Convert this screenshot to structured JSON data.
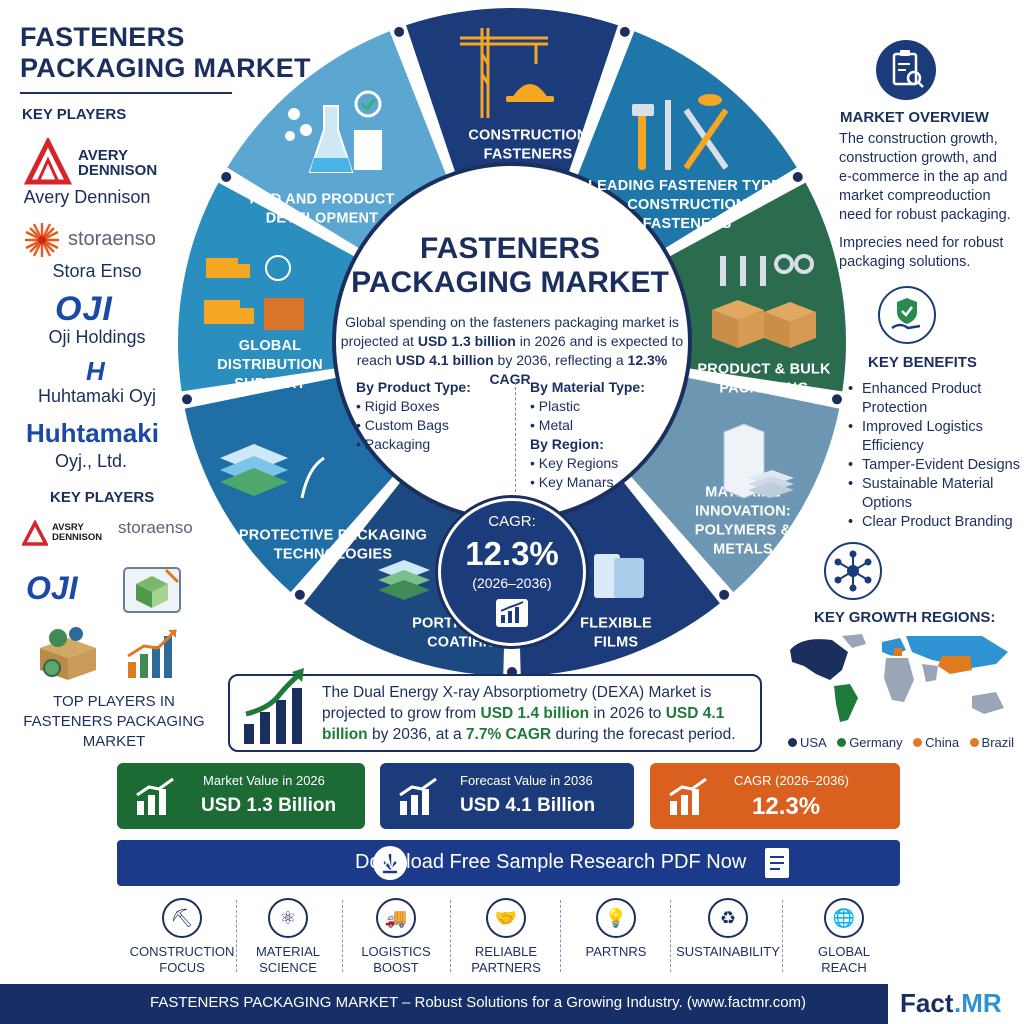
{
  "title": "FASTENERS PACKAGING MARKET",
  "left": {
    "key_players_heading": "KEY PLAYERS",
    "players": [
      {
        "logo": "AVERY DENNISON",
        "name": "Avery Dennison"
      },
      {
        "logo": "storaenso",
        "name": "Stora Enso"
      },
      {
        "logo": "OJI",
        "name": "Oji Holdings"
      },
      {
        "logo": "H",
        "name": "Huhtamaki Oyj"
      },
      {
        "logo": "Huhtamaki",
        "name": "Oyj., Ltd."
      }
    ],
    "key_players_heading_2": "KEY PLAYERS",
    "small_logos": [
      "AVSRY DENNISON",
      "storaenso",
      "OJI"
    ],
    "top_players_caption": "TOP PLAYERS IN FASTENERS PACKAGING MARKET"
  },
  "wheel": {
    "segments": [
      {
        "label_lines": [
          "CONSTRUCTION",
          "FASTENERS"
        ],
        "color": "#1b3b7a"
      },
      {
        "label_lines": [
          "LEADING FASTENER TYPE:",
          "CONSTRUCTION",
          "FASTENERS"
        ],
        "color": "#1f76a8"
      },
      {
        "label_lines": [
          "PRODUCT & BULK",
          "PACKAGING"
        ],
        "color": "#2b6b4e"
      },
      {
        "label_lines": [
          "MATERIAL",
          "INNOVATION:",
          "POLYMERS &",
          "METALS"
        ],
        "color": "#6d96b3"
      },
      {
        "label_lines": [
          "FLEXIBLE",
          "FILMS"
        ],
        "color": "#1b3b7a"
      },
      {
        "label_lines": [
          "PORTICLATIVE",
          "COATIHNG"
        ],
        "color": "#1c4a80"
      },
      {
        "label_lines": [
          "PROTECTIVE PACKAGING",
          "TECHNOLOGIES"
        ],
        "color": "#1f6ea6"
      },
      {
        "label_lines": [
          "GLOBAL",
          "DISTRIBUTION",
          "SUPPORT"
        ],
        "color": "#2a8fbf"
      },
      {
        "label_lines": [
          "R&D AND PRODUCT",
          "DEVELOPMENT"
        ],
        "color": "#5ba7d2"
      }
    ]
  },
  "center": {
    "title_line1": "FASTENERS",
    "title_line2": "PACKAGING MARKET",
    "desc_line1": "Global spending on the fasteners packaging market is",
    "desc_line2_pre": "projected at ",
    "desc_value_2026": "USD 1.3 billion",
    "desc_line2_post": " in 2026 and is expected to",
    "desc_line3_pre": "reach ",
    "desc_value_2036": "USD 4.1 billion",
    "desc_line3_mid": " by 2036, reflecting a ",
    "desc_cagr": "12.3% CAGR",
    "desc_line3_end": ".",
    "by_product_heading": "By Product Type:",
    "by_product_items": [
      "Rigid Boxes",
      "Custom Bags",
      "Packaging"
    ],
    "by_material_heading": "By Material Type:",
    "by_material_items": [
      "Plastic",
      "Metal"
    ],
    "by_region_heading": "By Region:",
    "by_region_items": [
      "Key Regions",
      "Key Manars"
    ],
    "cagr_label": "CAGR:",
    "cagr_value": "12.3%",
    "cagr_period": "(2026–2036)"
  },
  "right": {
    "overview_heading": "MARKET OVERVIEW",
    "overview_text_1": [
      "The construction growth,",
      "construction growth, and",
      "e-commerce in the ap and",
      "market compreoduction",
      "need for robust packaging."
    ],
    "overview_text_2": [
      "Imprecies need for robust",
      "packaging solutions."
    ],
    "benefits_heading": "KEY BENEFITS",
    "benefits": [
      [
        "Enhanced Product",
        "Protection"
      ],
      [
        "Improved Logistics",
        "Efficiency"
      ],
      [
        "Tamper-Evident Designs"
      ],
      [
        "Sustainable Material",
        "Options"
      ],
      [
        "Clear Product Branding"
      ]
    ],
    "regions_heading": "KEY GROWTH REGIONS:",
    "regions": [
      {
        "name": "USA",
        "color": "#1b2f5e"
      },
      {
        "name": "Germany",
        "color": "#1d7a3a"
      },
      {
        "name": "China",
        "color": "#e07a1f"
      },
      {
        "name": "Brazil",
        "color": "#e07a1f"
      }
    ]
  },
  "dexa": {
    "l1": "The Dual Energy X-ray Absorptiometry (DEXA) Market is",
    "l2_pre": "projected to grow from ",
    "v1": "USD 1.4 billion",
    "l2_mid": " in 2026 to ",
    "v2": "USD 4.1",
    "v2b": "billion",
    "l3_mid": " by 2036, at a ",
    "v3": "7.7% CAGR",
    "l3_end": " during the forecast period."
  },
  "stats": [
    {
      "label": "Market Value in 2026",
      "value": "USD 1.3 Billion",
      "color": "#1d6b34"
    },
    {
      "label": "Forecast Value in 2036",
      "value": "USD 4.1 Billion",
      "color": "#1b3b7a"
    },
    {
      "label": "CAGR (2026–2036)",
      "value": "12.3%",
      "color": "#d9601e"
    }
  ],
  "download_label": "Download Free Sample Research PDF Now",
  "features": [
    {
      "icon": "crane-icon",
      "label_lines": [
        "CONSTRUCTION",
        "FOCUS"
      ]
    },
    {
      "icon": "atom-icon",
      "label_lines": [
        "MATERIAL",
        "SCIENCE"
      ]
    },
    {
      "icon": "truck-icon",
      "label_lines": [
        "LOGISTICS",
        "BOOST"
      ]
    },
    {
      "icon": "handshake-icon",
      "label_lines": [
        "RELIABLE",
        "PARTNERS"
      ]
    },
    {
      "icon": "lightbulb-icon",
      "label_lines": [
        "PARTNRS"
      ]
    },
    {
      "icon": "leaf-globe-icon",
      "label_lines": [
        "SUSTAINABILITY"
      ]
    },
    {
      "icon": "globe-icon",
      "label_lines": [
        "GLOBAL",
        "REACH"
      ]
    }
  ],
  "footer_text": "FASTENERS PACKAGING MARKET – Robust Solutions for a Growing Industry. (www.factmr.com)",
  "brand_fact": "Fact",
  "brand_mr": ".MR"
}
